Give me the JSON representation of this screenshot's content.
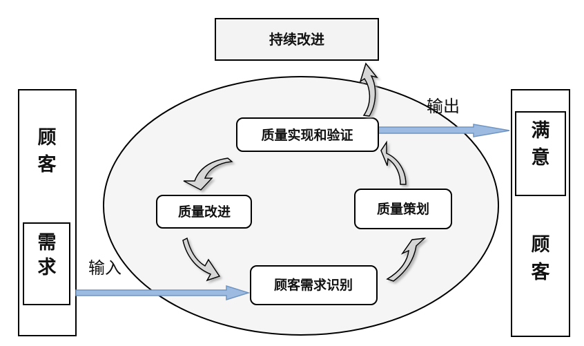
{
  "diagram": {
    "title_box": "持续改进",
    "left_panel": {
      "top_label": [
        "顾",
        "客"
      ],
      "inner_label": [
        "需",
        "求"
      ]
    },
    "right_panel": {
      "inner_label": [
        "满",
        "意"
      ],
      "bottom_label": [
        "顾",
        "客"
      ]
    },
    "input_label": "输入",
    "output_label": "输出",
    "cycle_nodes": {
      "realization": "质量实现和验证",
      "improvement": "质量改进",
      "planning": "质量策划",
      "identification": "顾客需求识别"
    },
    "colors": {
      "ellipse_fill": "#f5f5f5",
      "box_fill": "#ffffff",
      "title_box_fill": "#f3f3f3",
      "flow_arrow": "#9dbbe0",
      "flow_arrow_stroke": "#6f94c2",
      "cycle_arrow_fill": "#d6d6d6"
    }
  }
}
